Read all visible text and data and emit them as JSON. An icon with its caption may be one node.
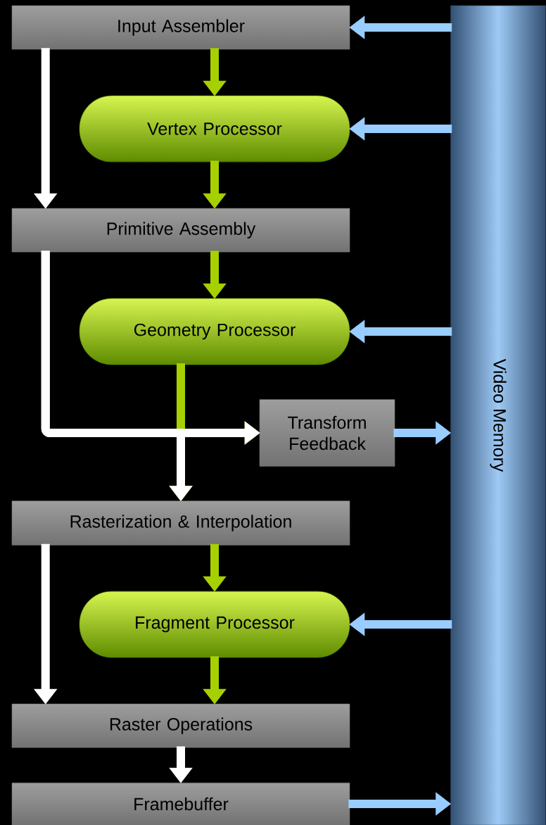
{
  "diagram": {
    "nodes": [
      {
        "text": [
          "Input Assembler"
        ]
      },
      {
        "text": [
          "Vertex Processor"
        ]
      },
      {
        "text": [
          "Primitive Assembly"
        ]
      },
      {
        "text": [
          "Geometry Processor"
        ]
      },
      {
        "text": [
          "Transform Feedback"
        ]
      },
      {
        "text": [
          "Rasterization & Interpolation"
        ]
      },
      {
        "text": [
          "Fragment Processor"
        ]
      },
      {
        "text": [
          "Raster Operations"
        ]
      },
      {
        "text": [
          "Framebuffer"
        ]
      },
      {
        "text": [
          "Video Memory"
        ]
      }
    ],
    "edges": [
      {
        "from": 9,
        "to": 0,
        "arrow": "to",
        "color": "#99ccff"
      },
      {
        "from": 0,
        "to": 1,
        "arrow": "to",
        "color": "#a6d000"
      },
      {
        "from": 0,
        "to": 2,
        "arrow": "to",
        "color": "#ffffff"
      },
      {
        "from": 9,
        "to": 1,
        "arrow": "to",
        "color": "#99ccff"
      },
      {
        "from": 1,
        "to": 2,
        "arrow": "to",
        "color": "#a6d000"
      },
      {
        "from": 2,
        "to": 3,
        "arrow": "to",
        "color": "#a6d000"
      },
      {
        "from": 9,
        "to": 3,
        "arrow": "to",
        "color": "#99ccff"
      },
      {
        "from": 3,
        "to": 4,
        "arrow": "to",
        "color": "#a6d000"
      },
      {
        "from": 3,
        "to": 5,
        "arrow": "to",
        "color": "#a6d000"
      },
      {
        "from": 2,
        "to": 4,
        "arrow": "to",
        "color": "#ffffff"
      },
      {
        "from": 2,
        "to": 5,
        "arrow": "to",
        "color": "#ffffff"
      },
      {
        "from": 4,
        "to": 9,
        "arrow": "to",
        "color": "#99ccff"
      },
      {
        "from": 5,
        "to": 6,
        "arrow": "to",
        "color": "#a6d000"
      },
      {
        "from": 5,
        "to": 7,
        "arrow": "to",
        "color": "#ffffff"
      },
      {
        "from": 9,
        "to": 6,
        "arrow": "to",
        "color": "#99ccff"
      },
      {
        "from": 6,
        "to": 7,
        "arrow": "to",
        "color": "#a6d000"
      },
      {
        "from": 7,
        "to": 8,
        "arrow": "to",
        "color": "#ffffff"
      },
      {
        "from": 8,
        "to": 9,
        "arrow": "to",
        "color": "#99ccff"
      }
    ]
  }
}
